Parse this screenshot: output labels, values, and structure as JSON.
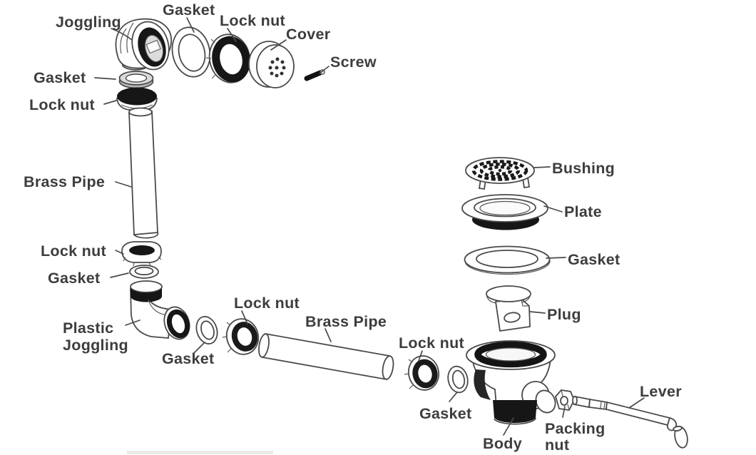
{
  "diagram": {
    "type": "exploded-parts-diagram",
    "colors": {
      "background": "#ffffff",
      "line": "#4a4a4a",
      "dark_fill": "#161616",
      "text": "#3d3d3d"
    },
    "labels": {
      "joggling": "Joggling",
      "gasket_top": "Gasket",
      "lock_nut_top": "Lock nut",
      "cover": "Cover",
      "screw": "Screw",
      "gasket_upper_left": "Gasket",
      "lock_nut_upper_left": "Lock nut",
      "brass_pipe_vertical": "Brass Pipe",
      "lock_nut_mid_left": "Lock nut",
      "gasket_mid_left": "Gasket",
      "plastic_joggling": {
        "line1": "Plastic",
        "line2": "Joggling"
      },
      "gasket_lower_left": "Gasket",
      "lock_nut_center": "Lock nut",
      "brass_pipe_diagonal": "Brass Pipe",
      "lock_nut_right_mid": "Lock nut",
      "gasket_center_bottom": "Gasket",
      "bushing": "Bushing",
      "plate": "Plate",
      "gasket_right": "Gasket",
      "plug": "Plug",
      "body": "Body",
      "packing_nut": {
        "line1": "Packing",
        "line2": "nut"
      },
      "lever": "Lever"
    }
  }
}
